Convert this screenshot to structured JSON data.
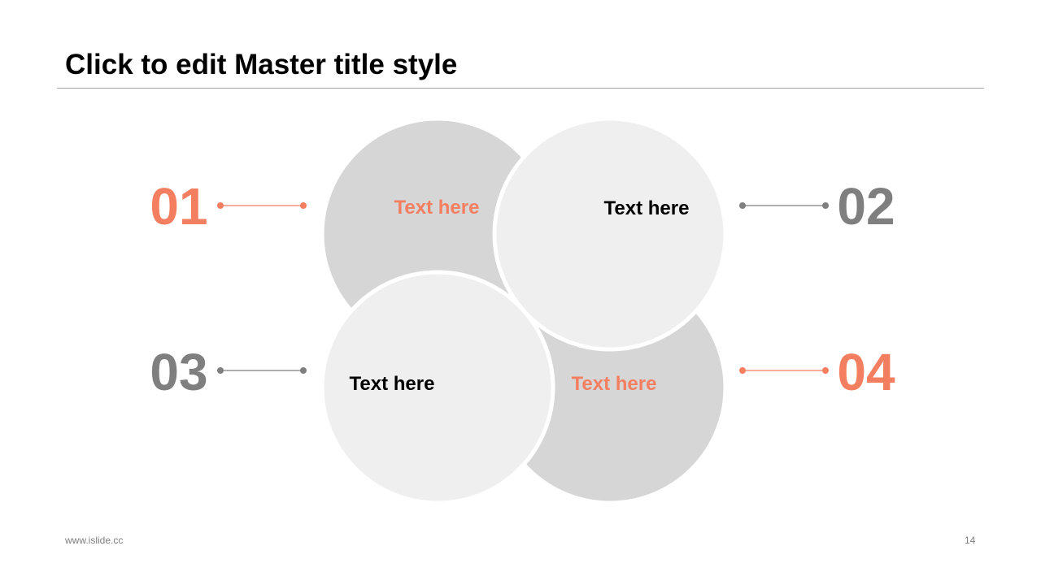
{
  "slide": {
    "title": "Click to edit Master title style",
    "footer_url": "www.islide.cc",
    "page_number": "14"
  },
  "colors": {
    "accent": "#f47e60",
    "gray": "#7f7f7f",
    "dark_circle": "#d6d6d6",
    "light_circle": "#efefef",
    "text_dark": "#000000"
  },
  "diagram": {
    "items": [
      {
        "number": "01",
        "text": "Text here",
        "emphasis": "accent"
      },
      {
        "number": "02",
        "text": "Text here",
        "emphasis": "gray"
      },
      {
        "number": "03",
        "text": "Text here",
        "emphasis": "gray"
      },
      {
        "number": "04",
        "text": "Text here",
        "emphasis": "accent"
      }
    ]
  }
}
